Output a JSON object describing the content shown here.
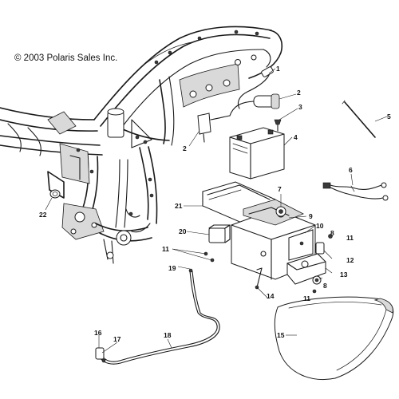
{
  "copyright": "© 2003 Polaris Sales Inc.",
  "callouts": [
    {
      "id": "c1",
      "text": "1"
    },
    {
      "id": "c2a",
      "text": "2"
    },
    {
      "id": "c2b",
      "text": "2"
    },
    {
      "id": "c3",
      "text": "3"
    },
    {
      "id": "c4",
      "text": "4"
    },
    {
      "id": "c5",
      "text": "5"
    },
    {
      "id": "c6",
      "text": "6"
    },
    {
      "id": "c7",
      "text": "7"
    },
    {
      "id": "c8a",
      "text": "8"
    },
    {
      "id": "c8b",
      "text": "8"
    },
    {
      "id": "c9",
      "text": "9"
    },
    {
      "id": "c10",
      "text": "10"
    },
    {
      "id": "c11a",
      "text": "11"
    },
    {
      "id": "c11b",
      "text": "11"
    },
    {
      "id": "c11c",
      "text": "11"
    },
    {
      "id": "c12",
      "text": "12"
    },
    {
      "id": "c13",
      "text": "13"
    },
    {
      "id": "c14",
      "text": "14"
    },
    {
      "id": "c15",
      "text": "15"
    },
    {
      "id": "c16",
      "text": "16"
    },
    {
      "id": "c17",
      "text": "17"
    },
    {
      "id": "c18",
      "text": "18"
    },
    {
      "id": "c19",
      "text": "19"
    },
    {
      "id": "c20",
      "text": "20"
    },
    {
      "id": "c21",
      "text": "21"
    },
    {
      "id": "c22",
      "text": "22"
    }
  ]
}
